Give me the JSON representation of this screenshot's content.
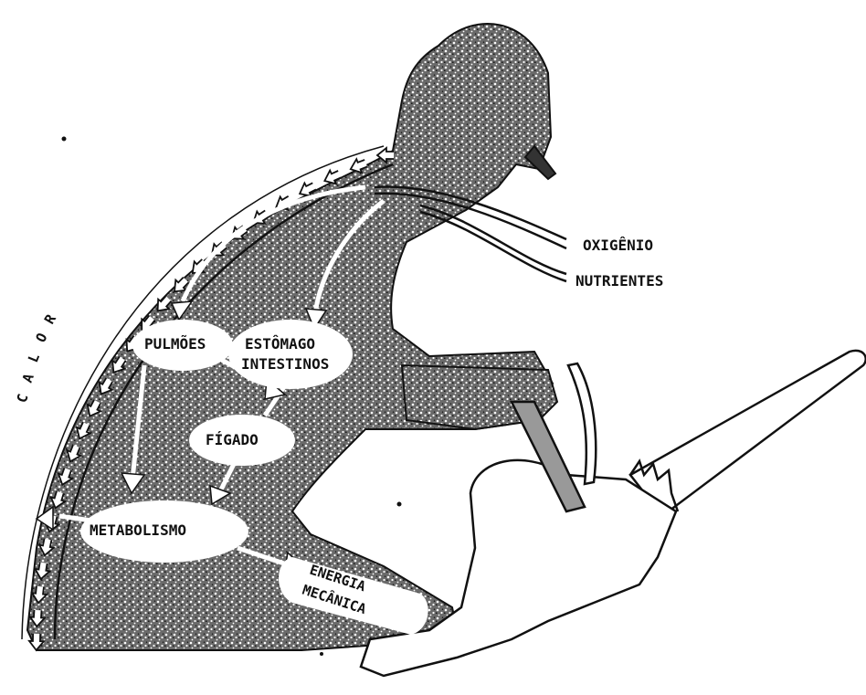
{
  "diagram": {
    "labels": {
      "oxigenio": "OXIGÊNIO",
      "nutrientes": "NUTRIENTES",
      "pulmoes": "PULMÕES",
      "estomago": "ESTÔMAGO",
      "intestinos": "INTESTINOS",
      "figado": "FÍGADO",
      "metabolismo": "METABOLISMO",
      "energia": "ENERGIA",
      "mecanica": "MECÂNICA",
      "calor_c": "C",
      "calor_a": "A",
      "calor_l": "L",
      "calor_o": "O",
      "calor_r": "R"
    },
    "colors": {
      "ink": "#111111",
      "body_fill": "#555555",
      "paper": "#ffffff"
    },
    "icons": [
      "heat-arrow-icon",
      "chainsaw-icon",
      "worker-silhouette"
    ]
  }
}
